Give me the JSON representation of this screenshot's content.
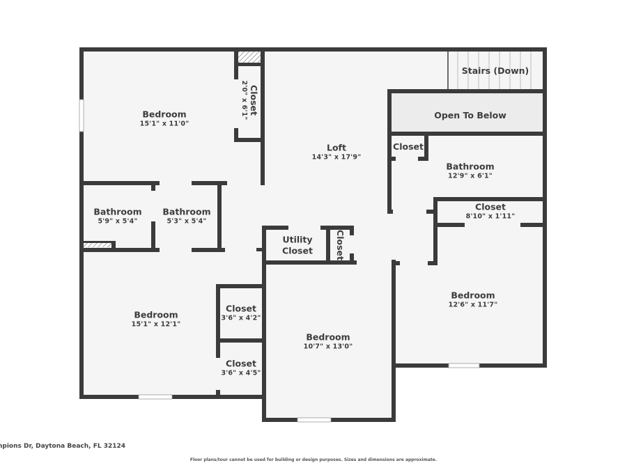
{
  "floor_plan": {
    "colors": {
      "wall": "#3b3b3b",
      "floor": "#f5f5f5",
      "open_to_below": "#ececec",
      "background": "#ffffff"
    },
    "rooms": [
      {
        "id": "bedroom-1",
        "name": "Bedroom",
        "dim": "15'1\" x 11'0\""
      },
      {
        "id": "closet-1",
        "name": "Closet",
        "dim": "2'0\" x 6'1\""
      },
      {
        "id": "loft",
        "name": "Loft",
        "dim": "14'3\" x 17'9\""
      },
      {
        "id": "stairs",
        "name": "Stairs (Down)"
      },
      {
        "id": "open-to-below",
        "name": "Open To Below"
      },
      {
        "id": "closet-2",
        "name": "Closet"
      },
      {
        "id": "bathroom-1",
        "name": "Bathroom",
        "dim": "12'9\" x 6'1\""
      },
      {
        "id": "closet-3",
        "name": "Closet",
        "dim": "8'10\" x 1'11\""
      },
      {
        "id": "bathroom-2",
        "name": "Bathroom",
        "dim": "5'9\" x 5'4\""
      },
      {
        "id": "bathroom-3",
        "name": "Bathroom",
        "dim": "5'3\" x 5'4\""
      },
      {
        "id": "utility-closet",
        "name": "Utility Closet"
      },
      {
        "id": "closet-4",
        "name": "Closet"
      },
      {
        "id": "bedroom-2",
        "name": "Bedroom",
        "dim": "12'6\" x 11'7\""
      },
      {
        "id": "bedroom-3",
        "name": "Bedroom",
        "dim": "15'1\" x 12'1\""
      },
      {
        "id": "closet-5",
        "name": "Closet",
        "dim": "3'6\" x 4'2\""
      },
      {
        "id": "closet-6",
        "name": "Closet",
        "dim": "3'6\" x 4'5\""
      },
      {
        "id": "bedroom-4",
        "name": "Bedroom",
        "dim": "10'7\" x 13'0\""
      }
    ]
  },
  "footer": {
    "address": "mpions Dr, Daytona Beach, FL 32124",
    "disclaimer": "Floor plans/tour cannot be used for building or design purposes. Sizes and dimensions are approximate."
  }
}
